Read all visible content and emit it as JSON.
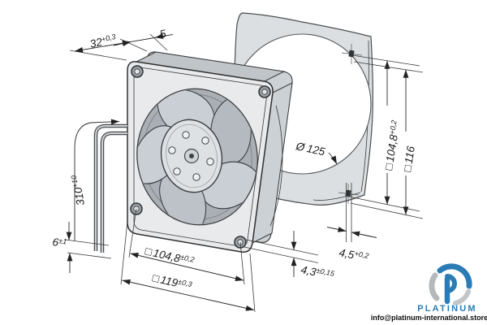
{
  "drawing": {
    "title": "axial-fan-dimensional-drawing",
    "dims": {
      "fan_depth": {
        "value": "32",
        "tol": "+0,3"
      },
      "flange_offset": {
        "value": "5",
        "tol": ""
      },
      "cable_length": {
        "value": "310",
        "tol": "+10"
      },
      "wire_end": {
        "value": "6",
        "tol": "±1"
      },
      "fan_hole_spacing": {
        "prefix": "□",
        "value": "104,8",
        "tol": "±0,2"
      },
      "fan_outer": {
        "prefix": "□",
        "value": "119",
        "tol": "±0,3"
      },
      "flange_thickness": {
        "value": "4,3",
        "tol": "±0,15"
      },
      "gasket_hole_dia": {
        "value": "4,5",
        "tol": "+0,2"
      },
      "gasket_cutout_dia": {
        "prefix": "Ø",
        "value": "125",
        "tol": ""
      },
      "gasket_hole_spacing": {
        "prefix": "□",
        "value": "104,8",
        "tol": "+0,2"
      },
      "gasket_outer": {
        "prefix": "□",
        "value": "116",
        "tol": ""
      }
    }
  },
  "branding": {
    "logo_text": "PLATINUM",
    "email": "info@platinum-international.store",
    "brand_blue": "#2b7cb5",
    "logo_gray": "#b9bdc0"
  },
  "colors": {
    "line": "#2a2a2a",
    "fan_face": "#e8eaec",
    "fan_wall": "#bfc5c9",
    "opening": "#a9afb5",
    "gasket_fill": "#dcdfe1"
  }
}
